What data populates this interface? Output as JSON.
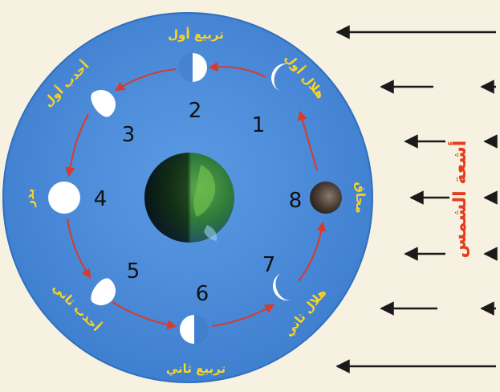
{
  "diagram": {
    "rays_label": "أشعة الشمس",
    "colors": {
      "background": "#f7f1e1",
      "disk": "#4a8ad8",
      "disk_edge": "#2f6fbf",
      "orbit_arrow": "#d93a2b",
      "label_text": "#ffd41e",
      "rays_text": "#e63b1c",
      "ray_line": "#1a1a1a"
    },
    "phases": [
      {
        "number": "8",
        "label": "محاق",
        "shape": "new-moon-icon"
      },
      {
        "number": "1",
        "label": "هلال أول",
        "shape": "crescent-icon"
      },
      {
        "number": "2",
        "label": "تربيع أول",
        "shape": "half-moon-icon"
      },
      {
        "number": "3",
        "label": "أحدب أول",
        "shape": "gibbous-icon"
      },
      {
        "number": "4",
        "label": "بدر",
        "shape": "full-moon-icon"
      },
      {
        "number": "5",
        "label": "أحدب ثاني",
        "shape": "gibbous-icon"
      },
      {
        "number": "6",
        "label": "تربيع ثاني",
        "shape": "half-moon-icon"
      },
      {
        "number": "7",
        "label": "هلال ثاني",
        "shape": "crescent-icon"
      }
    ]
  }
}
